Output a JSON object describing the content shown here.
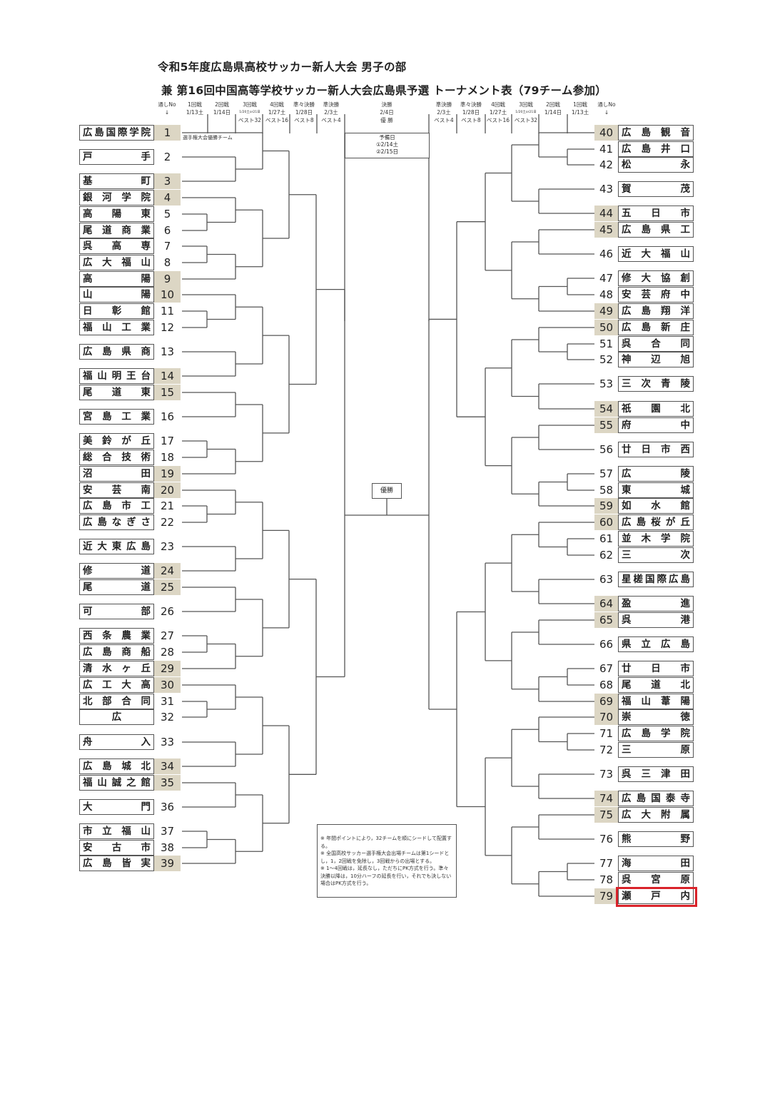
{
  "title_line1": "令和5年度広島県高校サッカー新人大会 男子の部",
  "title_line2": "兼 第16回中国高等学校サッカー新人大会広島県予選 トーナメント表（79チーム参加）",
  "left_columns": [
    {
      "label": "通しNo",
      "date": "↓",
      "best": ""
    },
    {
      "label": "1回戦",
      "date": "1/13土",
      "best": ""
    },
    {
      "label": "2回戦",
      "date": "1/14日",
      "best": ""
    },
    {
      "label": "3回戦",
      "date": "1/20土or21日",
      "best": "ベスト32"
    },
    {
      "label": "4回戦",
      "date": "1/27土",
      "best": "ベスト16"
    },
    {
      "label": "準々決勝",
      "date": "1/28日",
      "best": "ベスト8"
    },
    {
      "label": "準決勝",
      "date": "2/3土",
      "best": "ベスト4"
    }
  ],
  "right_columns": [
    {
      "label": "準決勝",
      "date": "2/3土",
      "best": "ベスト4"
    },
    {
      "label": "準々決勝",
      "date": "1/28日",
      "best": "ベスト8"
    },
    {
      "label": "4回戦",
      "date": "1/27土",
      "best": "ベスト16"
    },
    {
      "label": "3回戦",
      "date": "1/20土or21日",
      "best": "ベスト32"
    },
    {
      "label": "2回戦",
      "date": "1/14日",
      "best": ""
    },
    {
      "label": "1回戦",
      "date": "1/13土",
      "best": ""
    },
    {
      "label": "通しNo",
      "date": "↓",
      "best": ""
    }
  ],
  "final": {
    "label": "決勝",
    "date": "2/4日",
    "best": "優 勝"
  },
  "reserve": {
    "label": "予備日",
    "day1": "①2/14土",
    "day2": "②2/15日"
  },
  "champion_label": "優勝",
  "seed1_note": "選手権大会優勝チーム",
  "notes": [
    "※ 年間ポイントにより，32チームを順にシードして配置する。",
    "※ 全国高校サッカー選手権大会出場チームは第1シードとし，1，2回戦を免除し，3回戦からの出場とする。",
    "※ 1～4回戦は，延長なし，ただちにPK方式を行う。準々決勝以降は，10分ハーフの延長を行い，それでも決しない場合はPK方式を行う。"
  ],
  "colors": {
    "seed": "#dcd6c4",
    "highlight": "#d9232a",
    "line": "#555555"
  },
  "highlighted_team": 79,
  "teams": [
    {
      "no": "1",
      "name": "広島国際学院",
      "seed": true
    },
    {
      "no": "2",
      "name": "戸手",
      "seed": false
    },
    {
      "no": "3",
      "name": "基町",
      "seed": true
    },
    {
      "no": "4",
      "name": "銀河学院",
      "seed": true
    },
    {
      "no": "5",
      "name": "高陽東",
      "seed": false
    },
    {
      "no": "6",
      "name": "尾道商業",
      "seed": false
    },
    {
      "no": "7",
      "name": "呉高専",
      "seed": false
    },
    {
      "no": "8",
      "name": "広大福山",
      "seed": false
    },
    {
      "no": "9",
      "name": "高陽",
      "seed": true
    },
    {
      "no": "10",
      "name": "山陽",
      "seed": true
    },
    {
      "no": "11",
      "name": "日彰館",
      "seed": false
    },
    {
      "no": "12",
      "name": "福山工業",
      "seed": false
    },
    {
      "no": "13",
      "name": "広島県商",
      "seed": false
    },
    {
      "no": "14",
      "name": "福山明王台",
      "seed": true
    },
    {
      "no": "15",
      "name": "尾道東",
      "seed": true
    },
    {
      "no": "16",
      "name": "宮島工業",
      "seed": false
    },
    {
      "no": "17",
      "name": "美鈴が丘",
      "seed": false
    },
    {
      "no": "18",
      "name": "総合技術",
      "seed": false
    },
    {
      "no": "19",
      "name": "沼田",
      "seed": true
    },
    {
      "no": "20",
      "name": "安芸南",
      "seed": true
    },
    {
      "no": "21",
      "name": "広島市工",
      "seed": false
    },
    {
      "no": "22",
      "name": "広島なぎさ",
      "seed": false
    },
    {
      "no": "23",
      "name": "近大東広島",
      "seed": false
    },
    {
      "no": "24",
      "name": "修道",
      "seed": true
    },
    {
      "no": "25",
      "name": "尾道",
      "seed": true
    },
    {
      "no": "26",
      "name": "可部",
      "seed": false
    },
    {
      "no": "27",
      "name": "西条農業",
      "seed": false
    },
    {
      "no": "28",
      "name": "広島商船",
      "seed": false
    },
    {
      "no": "29",
      "name": "清水ヶ丘",
      "seed": true
    },
    {
      "no": "30",
      "name": "広工大高",
      "seed": true
    },
    {
      "no": "31",
      "name": "北部合同",
      "seed": false
    },
    {
      "no": "32",
      "name": "広",
      "seed": false
    },
    {
      "no": "33",
      "name": "舟入",
      "seed": false
    },
    {
      "no": "34",
      "name": "広島城北",
      "seed": true
    },
    {
      "no": "35",
      "name": "福山誠之館",
      "seed": true
    },
    {
      "no": "36",
      "name": "大門",
      "seed": false
    },
    {
      "no": "37",
      "name": "市立福山",
      "seed": false
    },
    {
      "no": "38",
      "name": "安古市",
      "seed": false
    },
    {
      "no": "39",
      "name": "広島皆実",
      "seed": true
    },
    {
      "no": "40",
      "name": "広島観音",
      "seed": true
    },
    {
      "no": "41",
      "name": "広島井口",
      "seed": false
    },
    {
      "no": "42",
      "name": "松永",
      "seed": false
    },
    {
      "no": "43",
      "name": "賀茂",
      "seed": false
    },
    {
      "no": "44",
      "name": "五日市",
      "seed": true
    },
    {
      "no": "45",
      "name": "広島県工",
      "seed": true
    },
    {
      "no": "46",
      "name": "近大福山",
      "seed": false
    },
    {
      "no": "47",
      "name": "修大協創",
      "seed": false
    },
    {
      "no": "48",
      "name": "安芸府中",
      "seed": false
    },
    {
      "no": "49",
      "name": "広島翔洋",
      "seed": true
    },
    {
      "no": "50",
      "name": "広島新庄",
      "seed": true
    },
    {
      "no": "51",
      "name": "呉合同",
      "seed": false
    },
    {
      "no": "52",
      "name": "神辺旭",
      "seed": false
    },
    {
      "no": "53",
      "name": "三次青陵",
      "seed": false
    },
    {
      "no": "54",
      "name": "祇園北",
      "seed": true
    },
    {
      "no": "55",
      "name": "府中",
      "seed": true
    },
    {
      "no": "56",
      "name": "廿日市西",
      "seed": false
    },
    {
      "no": "57",
      "name": "広陵",
      "seed": false
    },
    {
      "no": "58",
      "name": "東城",
      "seed": false
    },
    {
      "no": "59",
      "name": "如水館",
      "seed": true
    },
    {
      "no": "60",
      "name": "広島桜が丘",
      "seed": true
    },
    {
      "no": "61",
      "name": "並木学院",
      "seed": false
    },
    {
      "no": "62",
      "name": "三次",
      "seed": false
    },
    {
      "no": "63",
      "name": "星槎国際広島",
      "seed": false
    },
    {
      "no": "64",
      "name": "盈進",
      "seed": true
    },
    {
      "no": "65",
      "name": "呉港",
      "seed": true
    },
    {
      "no": "66",
      "name": "県立広島",
      "seed": false
    },
    {
      "no": "67",
      "name": "廿日市",
      "seed": false
    },
    {
      "no": "68",
      "name": "尾道北",
      "seed": false
    },
    {
      "no": "69",
      "name": "福山葦陽",
      "seed": true
    },
    {
      "no": "70",
      "name": "崇徳",
      "seed": true
    },
    {
      "no": "71",
      "name": "広島学院",
      "seed": false
    },
    {
      "no": "72",
      "name": "三原",
      "seed": false
    },
    {
      "no": "73",
      "name": "呉三津田",
      "seed": false
    },
    {
      "no": "74",
      "name": "広島国泰寺",
      "seed": true
    },
    {
      "no": "75",
      "name": "広大附属",
      "seed": true
    },
    {
      "no": "76",
      "name": "熊野",
      "seed": false
    },
    {
      "no": "77",
      "name": "海田",
      "seed": false
    },
    {
      "no": "78",
      "name": "呉宮原",
      "seed": false
    },
    {
      "no": "79",
      "name": "瀬戸内",
      "seed": true
    }
  ]
}
